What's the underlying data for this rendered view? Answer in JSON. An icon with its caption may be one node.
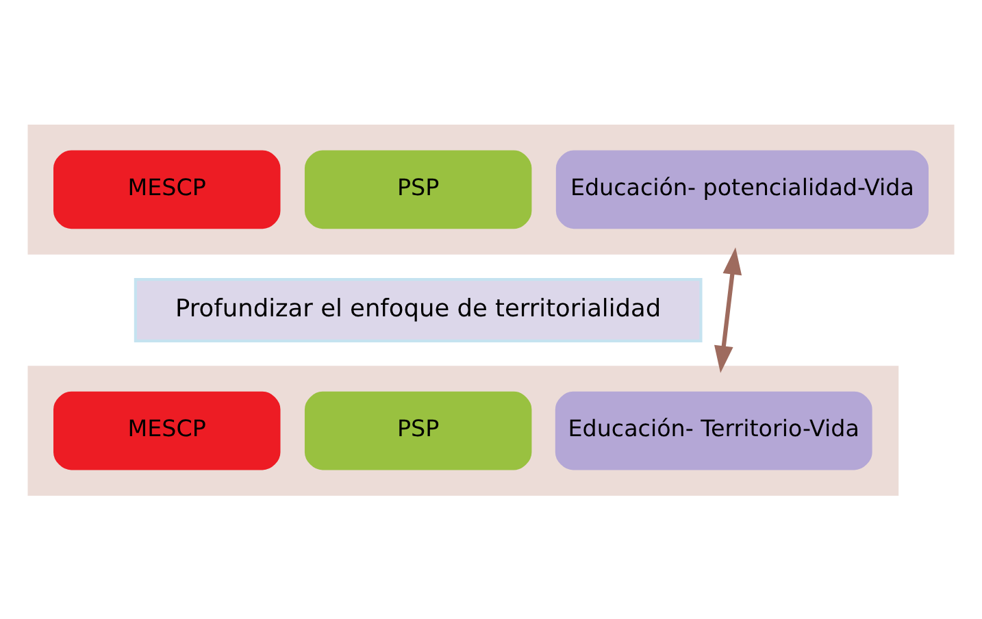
{
  "diagram": {
    "nodes": [
      {
        "text": [],
        "shape": "arrow"
      },
      {
        "text": [
          "MESCP"
        ],
        "in": 0
      },
      {
        "text": [
          "PSP"
        ],
        "in": 0
      },
      {
        "text": [
          "Educación- potencialidad-Vida"
        ],
        "in": 0
      },
      {
        "text": [
          "Profundizar el enfoque de territorialidad"
        ]
      },
      {
        "text": [],
        "shape": "arrow"
      },
      {
        "text": [
          "MESCP"
        ],
        "in": 5
      },
      {
        "text": [
          "PSP"
        ],
        "in": 5
      },
      {
        "text": [
          "Educación- Territorio-Vida"
        ],
        "in": 5
      }
    ],
    "edges": [
      {
        "from": 0,
        "to": 5,
        "arrow": "both"
      }
    ]
  }
}
